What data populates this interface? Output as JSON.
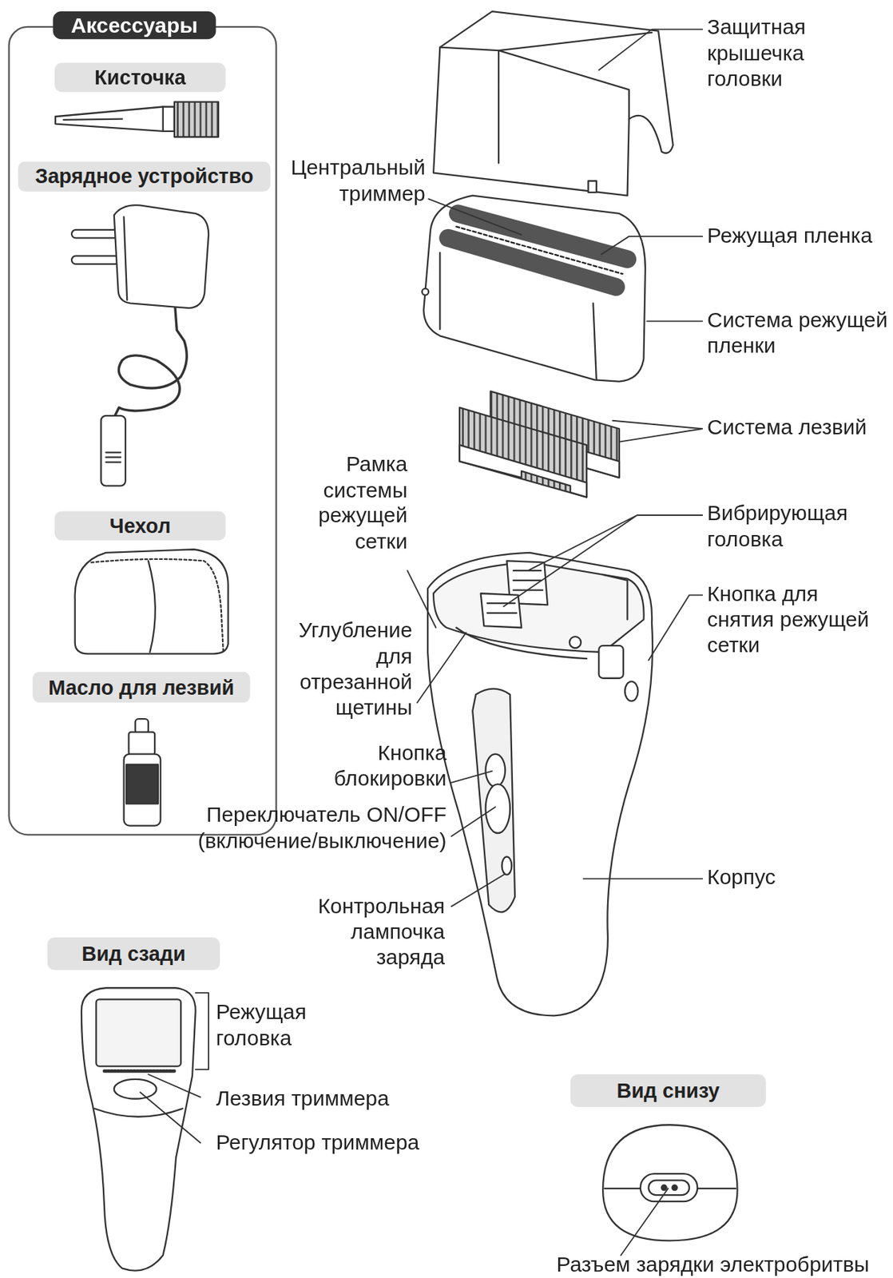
{
  "diagram": {
    "nodes": [
      {
        "text": [
          "Аксессуары"
        ]
      },
      {
        "text": [
          "Кисточка"
        ],
        "in": 0
      },
      {
        "text": [
          "Зарядное устройство"
        ],
        "in": 0
      },
      {
        "text": [
          "Чехол"
        ],
        "in": 0
      },
      {
        "text": [
          "Масло для лезвий"
        ],
        "in": 0
      },
      {
        "text": [
          "Вид сзади"
        ]
      },
      {
        "text": [
          "Вид снизу"
        ]
      }
    ],
    "labels": [
      "Защитная крышечка головки",
      "Центральный триммер",
      "Режущая пленка",
      "Система режущей пленки",
      "Система лезвий",
      "Рамка системы режущей сетки",
      "Вибрирующая головка",
      "Углубление для отрезанной щетины",
      "Кнопка для снятия режущей сетки",
      "Кнопка блокировки",
      "Переключатель ON/OFF (включение/выключение)",
      "Контрольная лампочка заряда",
      "Корпус",
      "Режущая головка",
      "Лезвия триммера",
      "Регулятор триммера",
      "Разъем зарядки электробритвы"
    ]
  }
}
